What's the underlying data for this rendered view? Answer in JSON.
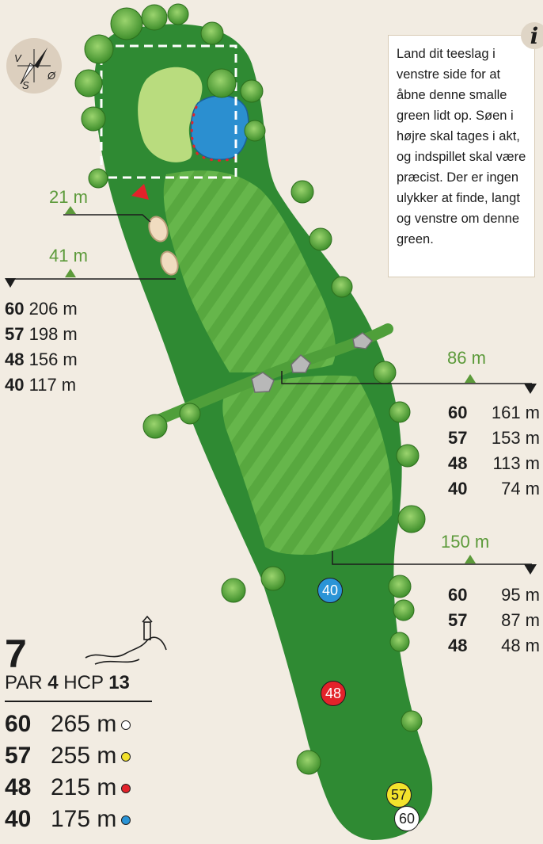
{
  "hole": {
    "number": "7",
    "par_label": "PAR",
    "par": "4",
    "hcp_label": "HCP",
    "hcp": "13"
  },
  "info": {
    "icon": "i",
    "text": "Land dit teeslag i venstre side for at åbne denne smalle green lidt op. Søen i højre skal tages i akt, og indspillet skal være præcist. Der er ingen ulykker at finde, langt og venstre om denne green."
  },
  "compass": {
    "v": "V",
    "o": "Ø",
    "s": "S"
  },
  "tees": [
    {
      "tee": "60",
      "dist": "265 m",
      "color": "#ffffff"
    },
    {
      "tee": "57",
      "dist": "255 m",
      "color": "#f3e22c"
    },
    {
      "tee": "48",
      "dist": "215 m",
      "color": "#e3222a"
    },
    {
      "tee": "40",
      "dist": "175 m",
      "color": "#2a94d6"
    }
  ],
  "markers": {
    "m40": "40",
    "m48": "48",
    "m57": "57",
    "m60": "60"
  },
  "measures": {
    "m21": "21 m",
    "m41": "41 m",
    "m86": "86 m",
    "m150": "150 m"
  },
  "left_table": [
    {
      "tee": "60",
      "dist": "206 m"
    },
    {
      "tee": "57",
      "dist": "198 m"
    },
    {
      "tee": "48",
      "dist": "156 m"
    },
    {
      "tee": "40",
      "dist": "117 m"
    }
  ],
  "right_table_86": [
    {
      "tee": "60",
      "dist": "161 m"
    },
    {
      "tee": "57",
      "dist": "153 m"
    },
    {
      "tee": "48",
      "dist": "113 m"
    },
    {
      "tee": "40",
      "dist": "74 m"
    }
  ],
  "right_table_150": [
    {
      "tee": "60",
      "dist": "95 m"
    },
    {
      "tee": "57",
      "dist": "87 m"
    },
    {
      "tee": "48",
      "dist": "48 m"
    }
  ],
  "colors": {
    "rough": "#2f8a33",
    "fairway": "#5fae44",
    "green": "#b9dc7e",
    "water": "#2b8fd0",
    "sand": "#f0dcc0",
    "accent": "#5c9a3a",
    "flag": "#e3222a"
  }
}
